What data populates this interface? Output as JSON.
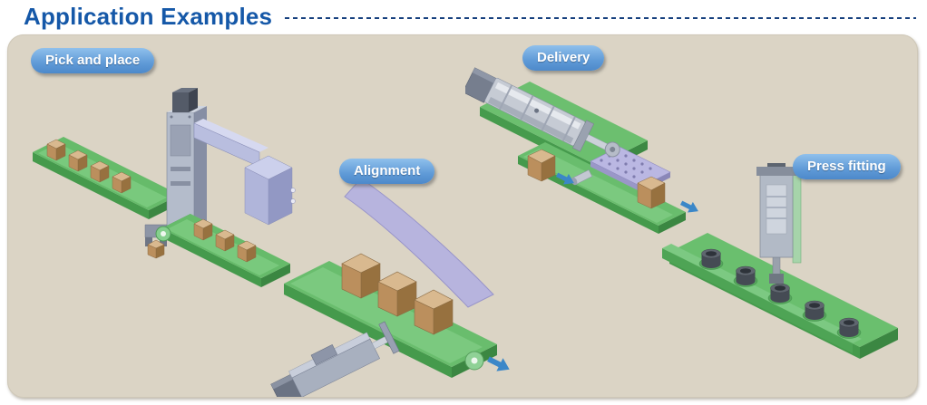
{
  "page": {
    "title": "Application Examples"
  },
  "examples": {
    "pick_and_place": {
      "label": "Pick and place"
    },
    "delivery": {
      "label": "Delivery"
    },
    "alignment": {
      "label": "Alignment"
    },
    "press_fitting": {
      "label": "Press fitting"
    }
  },
  "colors": {
    "title_blue": "#1558a8",
    "dashed_line_blue": "#16407e",
    "label_pill_blue": "#5f9ad7",
    "panel_beige": "#dbd4c5",
    "conveyor_green": "#66bb6a",
    "box_brown": "#c09b69",
    "actuator_gray": "#b4bccb",
    "motor_lavender": "#b0b5da",
    "arrow_blue": "#3b87c8"
  }
}
